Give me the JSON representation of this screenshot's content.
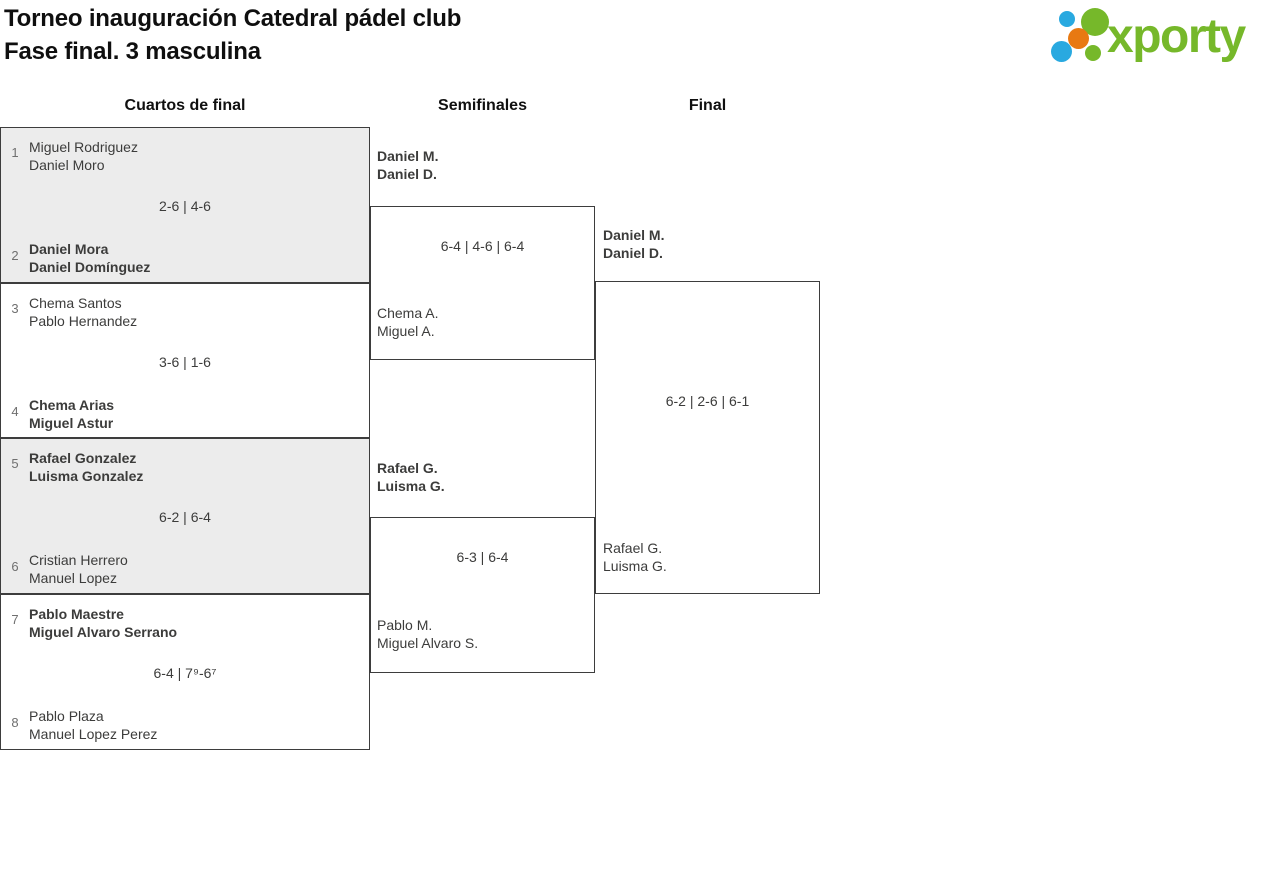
{
  "page": {
    "title_line1": "Torneo inauguración Catedral pádel club",
    "title_line2": "Fase final. 3 masculina"
  },
  "logo": {
    "text": "xporty"
  },
  "round_headers": {
    "quarterfinals": "Cuartos de final",
    "semifinals": "Semifinales",
    "final": "Final"
  },
  "quarterfinals": [
    {
      "top_seed": "1",
      "top_team": [
        "Miguel Rodriguez",
        "Daniel Moro"
      ],
      "top_winner": false,
      "score": "2-6 | 4-6",
      "bottom_seed": "2",
      "bottom_team": [
        "Daniel Mora",
        "Daniel Domínguez"
      ],
      "bottom_winner": true
    },
    {
      "top_seed": "3",
      "top_team": [
        "Chema Santos",
        "Pablo Hernandez"
      ],
      "top_winner": false,
      "score": "3-6 | 1-6",
      "bottom_seed": "4",
      "bottom_team": [
        "Chema Arias",
        "Miguel Astur"
      ],
      "bottom_winner": true
    },
    {
      "top_seed": "5",
      "top_team": [
        "Rafael Gonzalez",
        "Luisma Gonzalez"
      ],
      "top_winner": true,
      "score": "6-2 | 6-4",
      "bottom_seed": "6",
      "bottom_team": [
        "Cristian Herrero",
        "Manuel Lopez"
      ],
      "bottom_winner": false
    },
    {
      "top_seed": "7",
      "top_team": [
        "Pablo Maestre",
        "Miguel Alvaro Serrano"
      ],
      "top_winner": true,
      "score": "6-4 | 7⁹-6⁷",
      "bottom_seed": "8",
      "bottom_team": [
        "Pablo Plaza",
        "Manuel Lopez Perez"
      ],
      "bottom_winner": false
    }
  ],
  "semifinals": [
    {
      "top_team": [
        "Daniel M.",
        "Daniel D."
      ],
      "top_winner": true,
      "score": "6-4 | 4-6 | 6-4",
      "bottom_team": [
        "Chema A.",
        "Miguel A."
      ],
      "bottom_winner": false
    },
    {
      "top_team": [
        "Rafael G.",
        "Luisma G."
      ],
      "top_winner": true,
      "score": "6-3 | 6-4",
      "bottom_team": [
        "Pablo M.",
        "Miguel Alvaro S."
      ],
      "bottom_winner": false
    }
  ],
  "final": {
    "top_team": [
      "Daniel M.",
      "Daniel D."
    ],
    "top_winner": true,
    "score": "6-2 | 2-6 | 6-1",
    "bottom_team": [
      "Rafael G.",
      "Luisma G."
    ],
    "bottom_winner": false
  },
  "colors": {
    "logo_green": "#76b82a",
    "logo_blue": "#29a9e0",
    "logo_orange": "#e87912",
    "shaded_match_bg": "#ececec",
    "line_border": "#3d3d3d",
    "seed_gray": "#6f6f6f",
    "text": "#3c3c3b"
  }
}
